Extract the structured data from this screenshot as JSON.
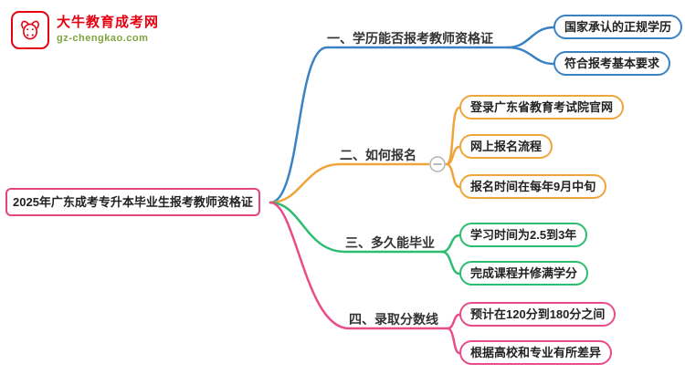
{
  "logo": {
    "title": "大牛教育成考网",
    "subtitle": "gz-chengkao.com",
    "icon": "bull-icon"
  },
  "central": {
    "label": "2025年广东成考专升本毕业生报考教师资格证"
  },
  "branches": [
    {
      "label": "一、学历能否报考教师资格证",
      "color": "#3b82c4",
      "children": [
        "国家承认的正规学历",
        "符合报考基本要求"
      ]
    },
    {
      "label": "二、如何报名",
      "color": "#f0a43c",
      "children": [
        "登录广东省教育考试院官网",
        "网上报名流程",
        "报名时间在每年9月中旬"
      ]
    },
    {
      "label": "三、多久能毕业",
      "color": "#2dbd71",
      "children": [
        "学习时间为2.5到3年",
        "完成课程并修满学分"
      ]
    },
    {
      "label": "四、录取分数线",
      "color": "#ea4c89",
      "children": [
        "预计在120分到180分之间",
        "根据高校和专业有所差异"
      ]
    }
  ],
  "collapse_control": "collapse-toggle",
  "colors": {
    "b1": "#3b82c4",
    "b2": "#f0a43c",
    "b3": "#2dbd71",
    "b4": "#ea4c89",
    "central": "#e2467a",
    "logo_red": "#e60012",
    "logo_green": "#7da43b"
  }
}
